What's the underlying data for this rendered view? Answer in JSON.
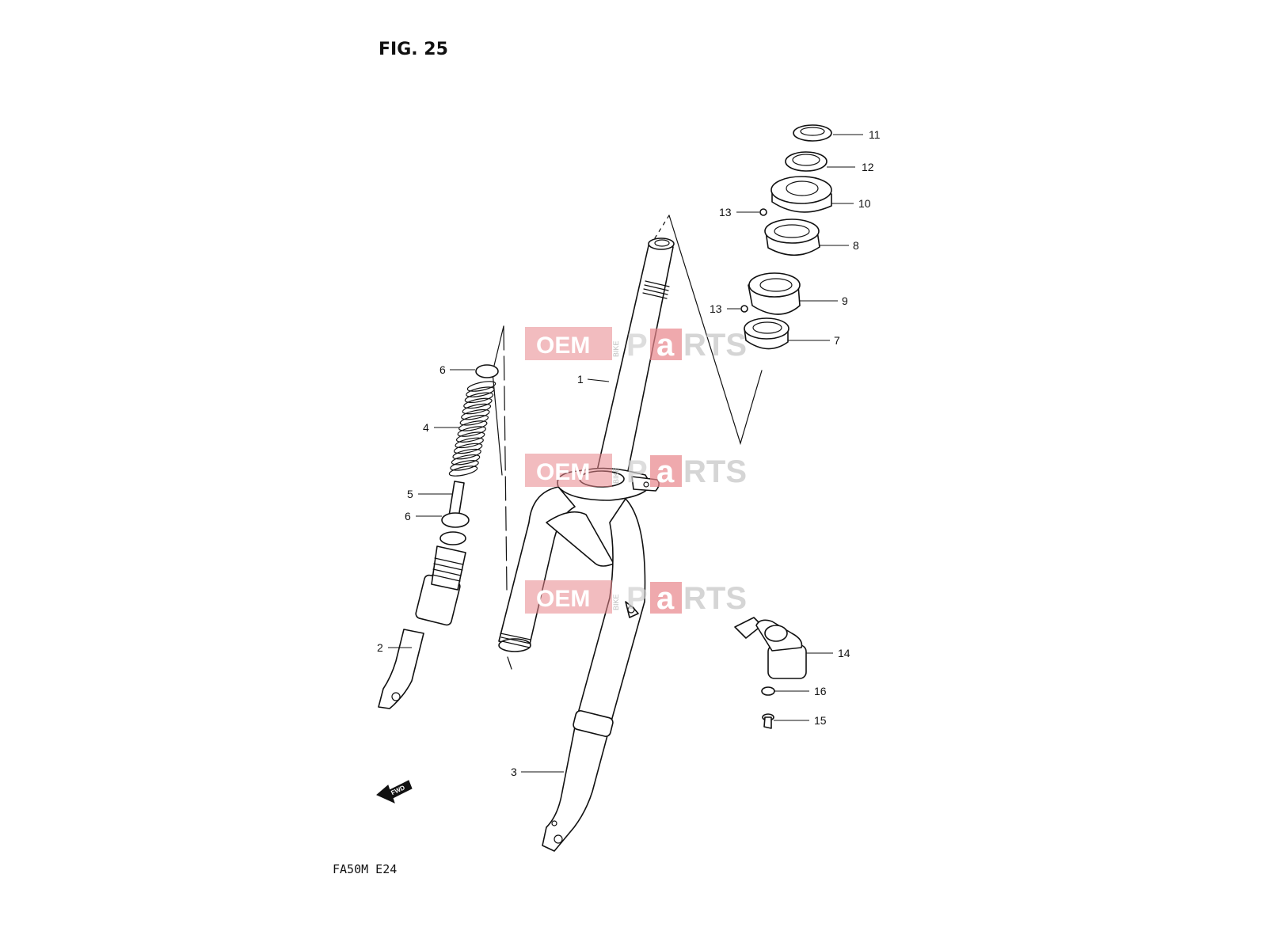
{
  "figure": {
    "title": "FIG. 25",
    "model_code": "FA50M E24"
  },
  "watermark": {
    "oem": "OEM",
    "bike": "BIKE",
    "p": "P",
    "a": "a",
    "rts": "RTS"
  },
  "direction_marker": {
    "text": "FWD",
    "icon": "fwd-arrow-icon"
  },
  "callouts": [
    {
      "id": "c11",
      "label": "11"
    },
    {
      "id": "c12",
      "label": "12"
    },
    {
      "id": "c10",
      "label": "10"
    },
    {
      "id": "c13a",
      "label": "13"
    },
    {
      "id": "c8",
      "label": "8"
    },
    {
      "id": "c9",
      "label": "9"
    },
    {
      "id": "c13b",
      "label": "13"
    },
    {
      "id": "c7",
      "label": "7"
    },
    {
      "id": "c1",
      "label": "1"
    },
    {
      "id": "c6a",
      "label": "6"
    },
    {
      "id": "c4",
      "label": "4"
    },
    {
      "id": "c5",
      "label": "5"
    },
    {
      "id": "c6b",
      "label": "6"
    },
    {
      "id": "c2",
      "label": "2"
    },
    {
      "id": "c3",
      "label": "3"
    },
    {
      "id": "c14",
      "label": "14"
    },
    {
      "id": "c16",
      "label": "16"
    },
    {
      "id": "c15",
      "label": "15"
    }
  ],
  "colors": {
    "line": "#111111",
    "watermark_red": "#e8858a",
    "watermark_gray": "#c8c8c8",
    "background": "#ffffff"
  }
}
